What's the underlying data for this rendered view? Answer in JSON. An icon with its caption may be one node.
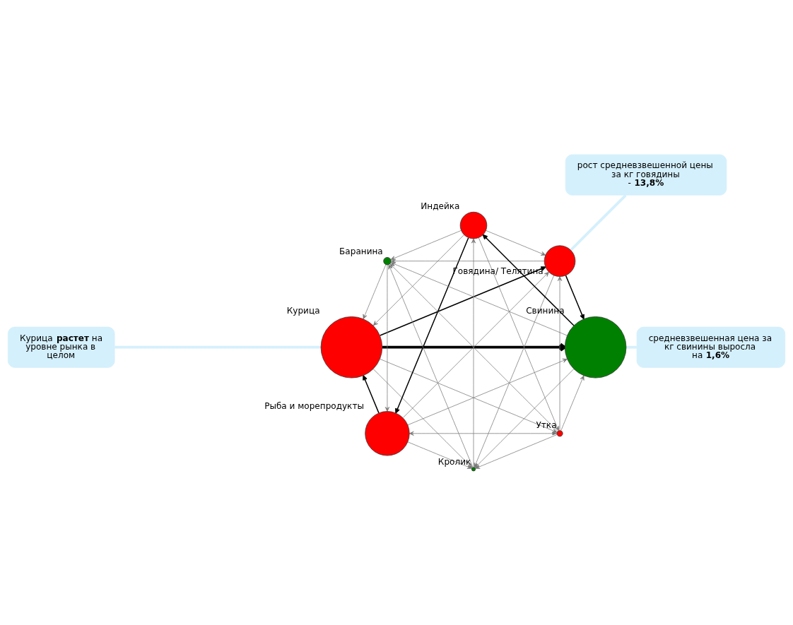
{
  "diagram": {
    "nodes": [
      {
        "text": [
          "Курица **растет** на уровне рынка в целом"
        ]
      },
      {
        "text": [
          "Курица"
        ]
      },
      {
        "text": [
          "Рыба и морепродукты"
        ]
      },
      {
        "text": [
          "Индейка"
        ]
      },
      {
        "text": [
          "Говядина/ Телятина"
        ]
      },
      {
        "text": [
          "Свинина"
        ]
      },
      {
        "text": [
          "средневзвешенная цена за кг свинины выросла на **1,6%**"
        ]
      },
      {
        "text": [
          "рост средневзвешенной цены за кг говядины - **13,8%**"
        ]
      },
      {
        "text": [
          "Утка"
        ]
      },
      {
        "text": [
          "Кролик"
        ]
      },
      {
        "text": [
          "Баранина"
        ]
      }
    ],
    "edges": [
      {
        "from": 0,
        "to": 1,
        "arrow": "none",
        "style": "thick",
        "color": "#d4f0fc"
      },
      {
        "from": 3,
        "to": 1,
        "arrow": "to"
      },
      {
        "from": 1,
        "to": 4,
        "arrow": "to",
        "color": "#000000"
      },
      {
        "from": 1,
        "to": 9,
        "arrow": "to"
      },
      {
        "from": 10,
        "to": 1,
        "arrow": "to"
      },
      {
        "from": 1,
        "to": 8,
        "arrow": "to"
      },
      {
        "from": 1,
        "to": 5,
        "arrow": "to",
        "style": "thick",
        "color": "#000000"
      },
      {
        "from": 2,
        "to": 1,
        "arrow": "to",
        "color": "#000000"
      },
      {
        "from": 3,
        "to": 4,
        "arrow": "to"
      },
      {
        "from": 9,
        "to": 3,
        "arrow": "to"
      },
      {
        "from": 3,
        "to": 10,
        "arrow": "to"
      },
      {
        "from": 3,
        "to": 8,
        "arrow": "to"
      },
      {
        "from": 5,
        "to": 3,
        "arrow": "to",
        "color": "#000000"
      },
      {
        "from": 3,
        "to": 2,
        "arrow": "to",
        "color": "#000000"
      },
      {
        "from": 4,
        "to": 9,
        "arrow": "to"
      },
      {
        "from": 4,
        "to": 10,
        "arrow": "to"
      },
      {
        "from": 8,
        "to": 4,
        "arrow": "to"
      },
      {
        "from": 4,
        "to": 5,
        "arrow": "to",
        "color": "#000000"
      },
      {
        "from": 2,
        "to": 4,
        "arrow": "to"
      },
      {
        "from": 9,
        "to": 10,
        "arrow": "to"
      },
      {
        "from": 8,
        "to": 9,
        "arrow": "to"
      },
      {
        "from": 5,
        "to": 9,
        "arrow": "to"
      },
      {
        "from": 2,
        "to": 9,
        "arrow": "to"
      },
      {
        "from": 8,
        "to": 10,
        "arrow": "to"
      },
      {
        "from": 5,
        "to": 10,
        "arrow": "to"
      },
      {
        "from": 10,
        "to": 2,
        "arrow": "to"
      },
      {
        "from": 8,
        "to": 5,
        "arrow": "to"
      },
      {
        "from": 8,
        "to": 2,
        "arrow": "both"
      },
      {
        "from": 2,
        "to": 5,
        "arrow": "to"
      },
      {
        "from": 6,
        "to": 5,
        "arrow": "none",
        "style": "thick",
        "color": "#d4f0fc"
      },
      {
        "from": 7,
        "to": 4,
        "arrow": "none",
        "style": "thick",
        "color": "#d4f0fc"
      }
    ]
  }
}
